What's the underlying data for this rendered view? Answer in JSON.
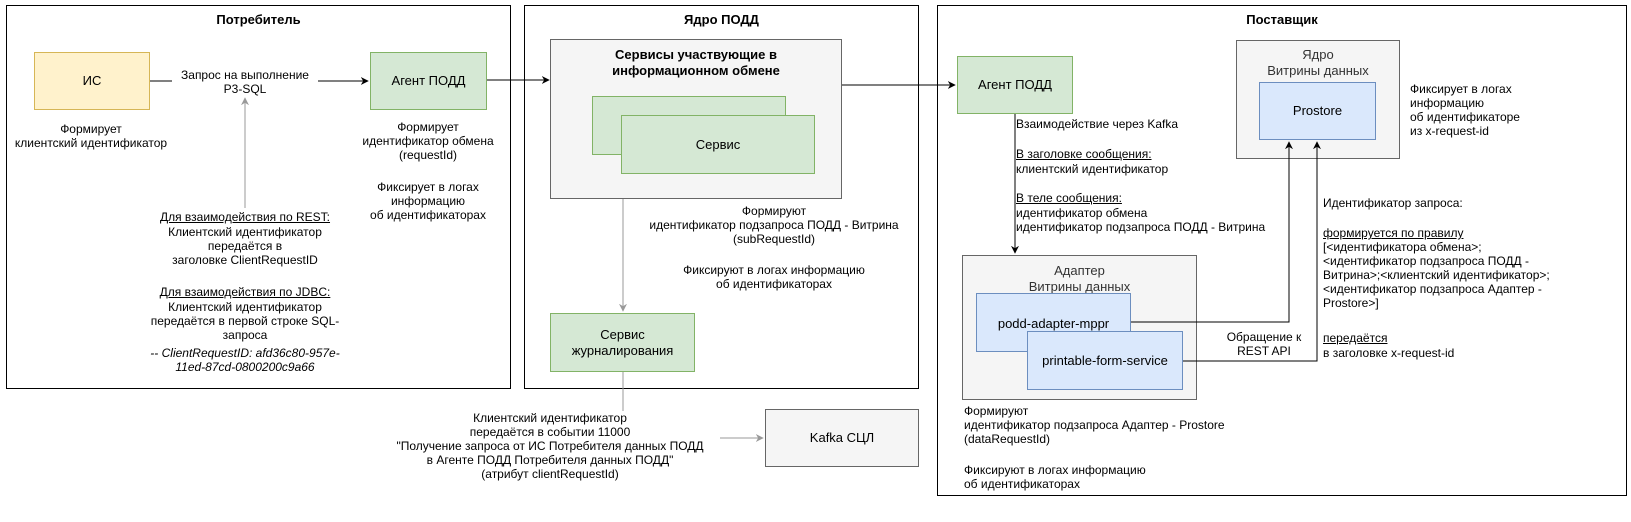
{
  "frames": {
    "consumer": "Потребитель",
    "core": "Ядро ПОДД",
    "provider": "Поставщик"
  },
  "consumer": {
    "is_box": "ИС",
    "is_note": "Формирует\nклиентский идентификатор",
    "request_label": "Запрос на выполнение\nР3-SQL",
    "agent_box": "Агент ПОДД",
    "agent_note1": "Формирует\nидентификатор обмена\n(requestId)",
    "agent_note2": "Фиксирует в логах\nинформацию\nоб идентификаторах",
    "rest_heading": "Для взаимодействия по REST:",
    "rest_body": "Клиентский идентификатор\nпередаётся в\nзаголовке ClientRequestID",
    "jdbc_heading": "Для взаимодействия по JDBC:",
    "jdbc_body": "Клиентский идентификатор\nпередаётся в первой строке SQL-\nзапроса",
    "jdbc_example": "-- ClientRequestID: afd36c80-957e-\n11ed-87cd-0800200c9a66"
  },
  "core": {
    "services_title": "Сервисы участвующие в\nинформационном обмене",
    "service_box": "Сервис",
    "services_note1": "Формируют\nидентификатор подзапроса ПОДД - Витрина\n(subRequestId)",
    "services_note2": "Фиксируют в логах информацию\nоб идентификаторах",
    "journal_box": "Сервис\nжурналирования",
    "journal_note": "Клиентский идентификатор\nпередаётся в событии 11000\n\"Получение запроса от ИС Потребителя данных ПОДД\nв Агенте ПОДД Потребителя данных ПОДД\"\n(атрибут clientRequestId)",
    "kafka_box": "Kafka СЦЛ"
  },
  "provider": {
    "agent_box": "Агент ПОДД",
    "kafka_note1": "Взаимодействие через Kafka",
    "kafka_header_heading": "В заголовке сообщения:",
    "kafka_header_body": "клиентский идентификатор",
    "kafka_body_heading": "В теле сообщения:",
    "kafka_body_body": "идентификатор обмена\nидентификатор подзапроса ПОДД - Витрина",
    "showcase_core_title": "Ядро\nВитрины данных",
    "prostore_box": "Prostore",
    "prostore_note": "Фиксирует в логах\nинформацию\nоб идентификаторе\nиз x-request-id",
    "adapter_title": "Адаптер\nВитрины данных",
    "adapter_box1": "podd-adapter-mppr",
    "adapter_box2": "printable-form-service",
    "rest_label": "Обращение к\nREST API",
    "reqid_title": "Идентификатор запроса:",
    "reqid_rule_heading": "формируется по правилу",
    "reqid_rule_body": "[<идентификатора обмена>;\n<идентификатор подзапроса ПОДД -\nВитрина>;<клиентский идентификатор>;\n<идентификатор подзапроса Адаптер -\nProstore>]",
    "reqid_pass_heading": "передаётся ",
    "reqid_pass_body": "в заголовке x-request-id",
    "adapter_note1": "Формируют\nидентификатор подзапроса Адаптер - Prostore\n(dataRequestId)",
    "adapter_note2": "Фиксируют в логах информацию\nоб идентификаторах"
  },
  "colors": {
    "yellow_fill": "#fff2cc",
    "green_fill": "#d5e8d4",
    "gray_fill": "#f5f5f5",
    "blue_fill": "#dae8fc",
    "connector_gray": "#999999"
  }
}
